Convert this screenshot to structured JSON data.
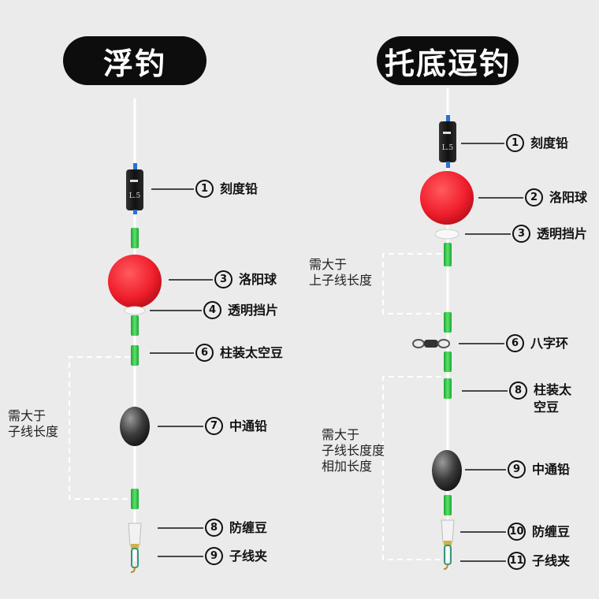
{
  "left": {
    "title": "浮钓",
    "labels": [
      {
        "num": "1",
        "text": "刻度铅"
      },
      {
        "num": "3",
        "text": "洛阳球"
      },
      {
        "num": "4",
        "text": "透明挡片"
      },
      {
        "num": "6",
        "text": "柱装太空豆"
      },
      {
        "num": "7",
        "text": "中通铅"
      },
      {
        "num": "8",
        "text": "防缠豆"
      },
      {
        "num": "9",
        "text": "子线夹"
      }
    ],
    "note": "需大于\n子线长度"
  },
  "right": {
    "title": "托底逗钓",
    "labels": [
      {
        "num": "1",
        "text": "刻度铅"
      },
      {
        "num": "2",
        "text": "洛阳球"
      },
      {
        "num": "3",
        "text": "透明挡片"
      },
      {
        "num": "6",
        "text": "八字环"
      },
      {
        "num": "8",
        "text": "柱装太\n空豆"
      },
      {
        "num": "9",
        "text": "中通铅"
      },
      {
        "num": "10",
        "text": "防缠豆"
      },
      {
        "num": "11",
        "text": "子线夹"
      }
    ],
    "note1": "需大于\n上子线长度",
    "note2": "需大于\n子线长度度\n相加长度"
  },
  "colors": {
    "bead_green": "#35c94a",
    "float_red": "#ff2f3c",
    "pill": "#0d0d0d"
  }
}
